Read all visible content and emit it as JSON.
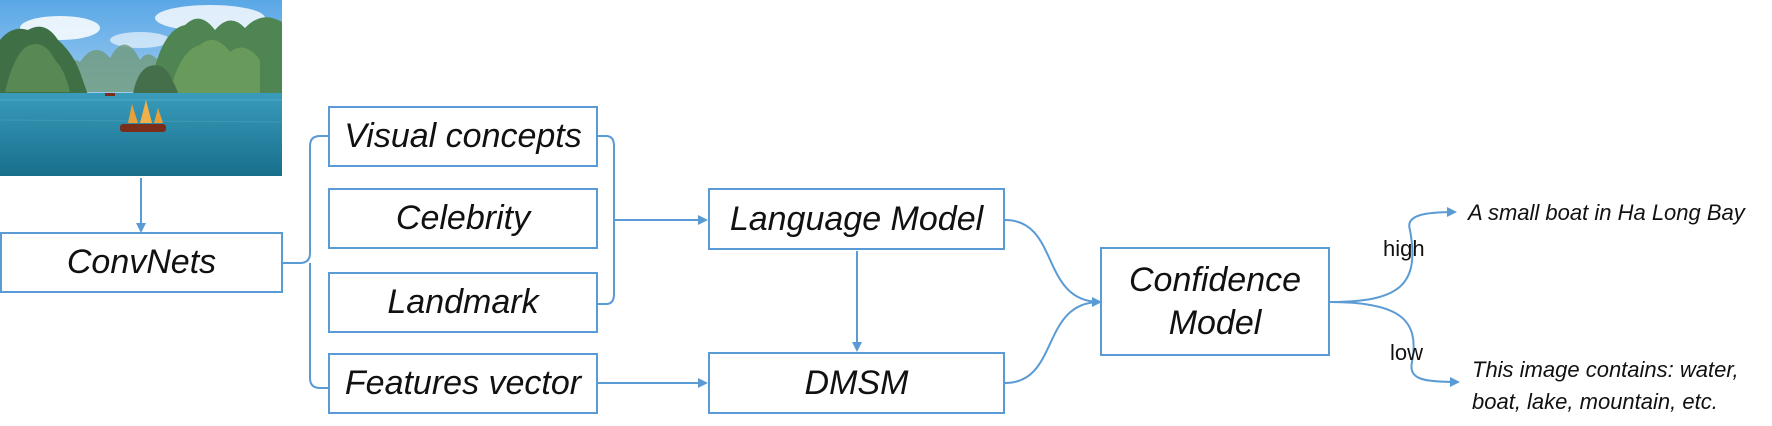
{
  "photo": {
    "subject": "Ha Long Bay: karst islands over turquoise water with a small sailing junk",
    "colors": {
      "sky_top": "#5aa7e6",
      "sky_bottom": "#cfe6f7",
      "water_top": "#2c8fb0",
      "water_bottom": "#1a7b98",
      "rock_dark": "#3f6f45",
      "rock_light": "#74a35f",
      "sail": "#e6a03a",
      "hull": "#7a2e1a"
    }
  },
  "nodes": {
    "convnets": "ConvNets",
    "visual_concepts": "Visual concepts",
    "celebrity": "Celebrity",
    "landmark": "Landmark",
    "features_vector": "Features vector",
    "language_model": "Language Model",
    "dmsm": "DMSM",
    "confidence_model": "Confidence Model"
  },
  "edge_labels": {
    "high": "high",
    "low": "low"
  },
  "outputs": {
    "high_caption": "A small boat in Ha Long Bay",
    "low_caption_line1": "This image contains: water,",
    "low_caption_line2": "boat, lake, mountain, etc."
  },
  "colors": {
    "accent": "#5b9bd5",
    "text": "#111111",
    "background": "#ffffff"
  }
}
